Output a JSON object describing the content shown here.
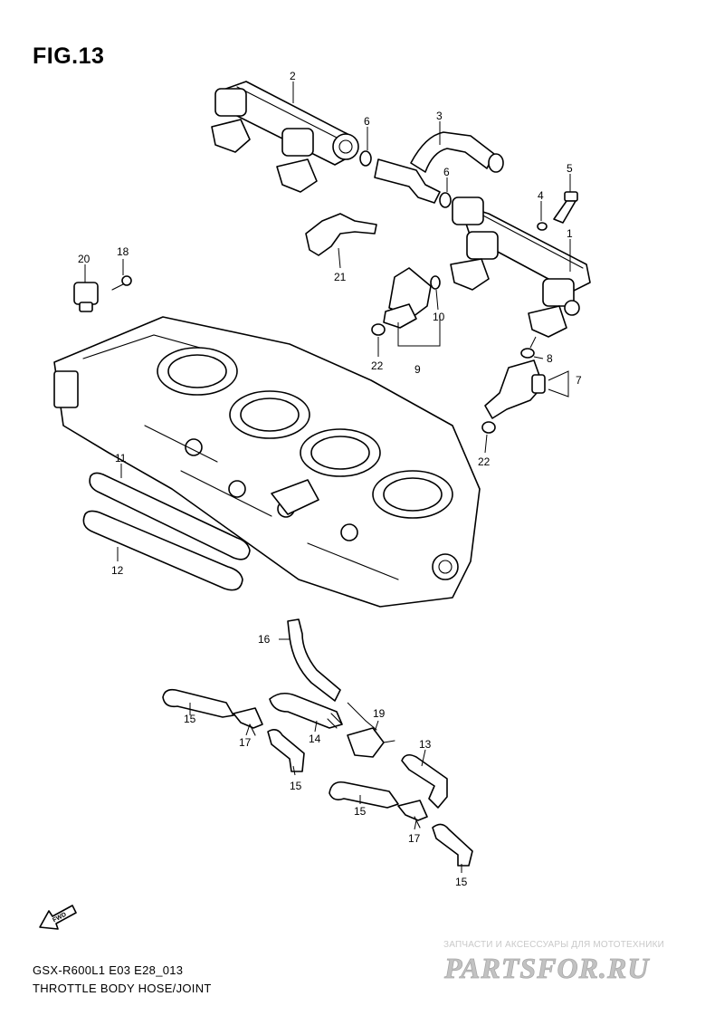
{
  "figure": {
    "title": "FIG.13"
  },
  "parts": [
    {
      "id": "p1",
      "label": "1"
    },
    {
      "id": "p2",
      "label": "2"
    },
    {
      "id": "p3",
      "label": "3"
    },
    {
      "id": "p4",
      "label": "4"
    },
    {
      "id": "p5",
      "label": "5"
    },
    {
      "id": "p6a",
      "label": "6"
    },
    {
      "id": "p6b",
      "label": "6"
    },
    {
      "id": "p7",
      "label": "7"
    },
    {
      "id": "p8",
      "label": "8"
    },
    {
      "id": "p9",
      "label": "9"
    },
    {
      "id": "p10",
      "label": "10"
    },
    {
      "id": "p11",
      "label": "11"
    },
    {
      "id": "p12",
      "label": "12"
    },
    {
      "id": "p13",
      "label": "13"
    },
    {
      "id": "p14",
      "label": "14"
    },
    {
      "id": "p15a",
      "label": "15"
    },
    {
      "id": "p15b",
      "label": "15"
    },
    {
      "id": "p15c",
      "label": "15"
    },
    {
      "id": "p15d",
      "label": "15"
    },
    {
      "id": "p16",
      "label": "16"
    },
    {
      "id": "p17a",
      "label": "17"
    },
    {
      "id": "p17b",
      "label": "17"
    },
    {
      "id": "p18",
      "label": "18"
    },
    {
      "id": "p19",
      "label": "19"
    },
    {
      "id": "p20",
      "label": "20"
    },
    {
      "id": "p21",
      "label": "21"
    },
    {
      "id": "p22a",
      "label": "22"
    },
    {
      "id": "p22b",
      "label": "22"
    }
  ],
  "fwd_label": "FWD",
  "footer": {
    "model_code": "GSX-R600L1  E03  E28_013",
    "section_title": "THROTTLE BODY HOSE/JOINT"
  },
  "watermark": {
    "caption": "ЗАПЧАСТИ И АКСЕССУАРЫ ДЛЯ МОТОТЕХНИКИ",
    "logo_text": "PARTSFOR.RU",
    "color": "#c2c2c2"
  }
}
